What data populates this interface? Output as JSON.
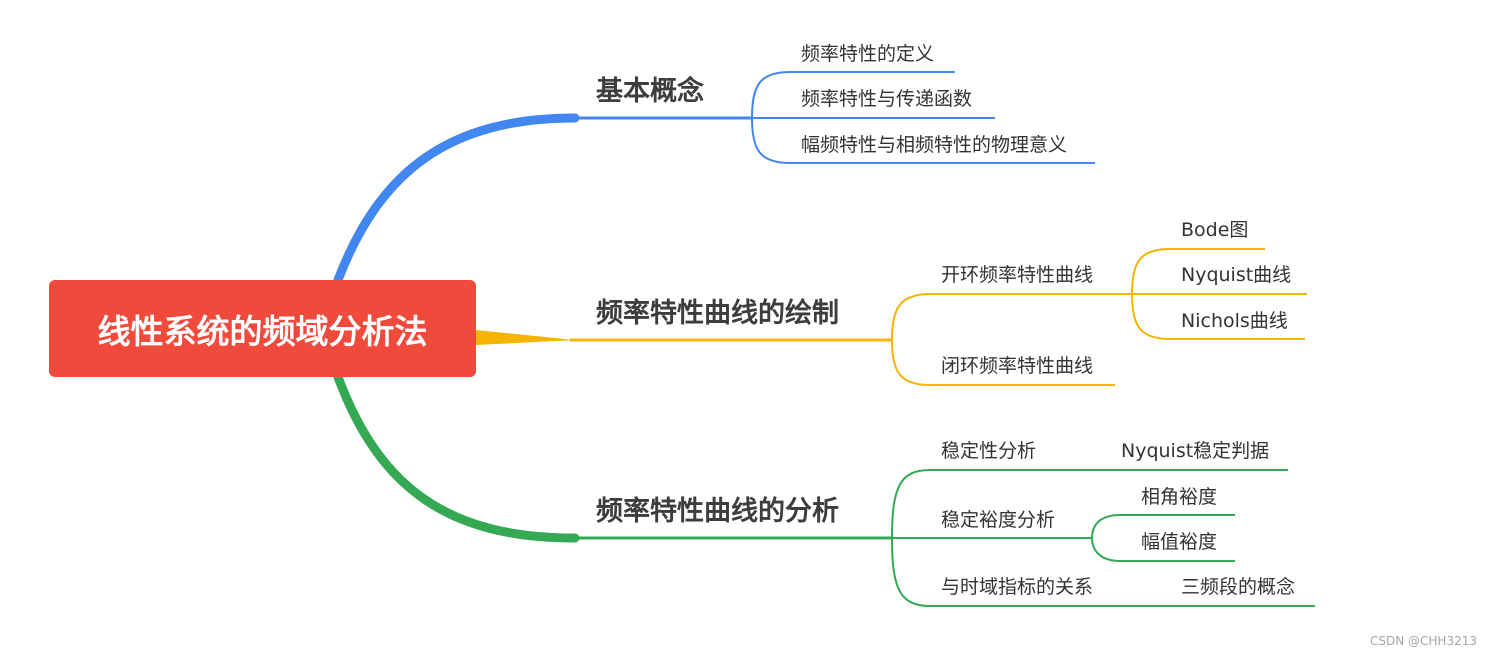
{
  "root": {
    "label": "线性系统的频域分析法"
  },
  "branches": [
    {
      "label": "基本概念",
      "color": "#4286f0",
      "children": [
        {
          "label": "频率特性的定义"
        },
        {
          "label": "频率特性与传递函数"
        },
        {
          "label": "幅频特性与相频特性的物理意义"
        }
      ]
    },
    {
      "label": "频率特性曲线的绘制",
      "color": "#f4b400",
      "children": [
        {
          "label": "开环频率特性曲线",
          "children": [
            "Bode图",
            "Nyquist曲线",
            "Nichols曲线"
          ]
        },
        {
          "label": "闭环频率特性曲线"
        }
      ]
    },
    {
      "label": "频率特性曲线的分析",
      "color": "#34a853",
      "children": [
        {
          "label": "稳定性分析",
          "children": [
            "Nyquist稳定判据"
          ]
        },
        {
          "label": "稳定裕度分析",
          "children": [
            "相角裕度",
            "幅值裕度"
          ]
        },
        {
          "label": "与时域指标的关系",
          "children": [
            "三频段的概念"
          ]
        }
      ]
    }
  ],
  "colors": {
    "root_fill": "#f04a3c"
  },
  "watermark": "CSDN @CHH3213"
}
